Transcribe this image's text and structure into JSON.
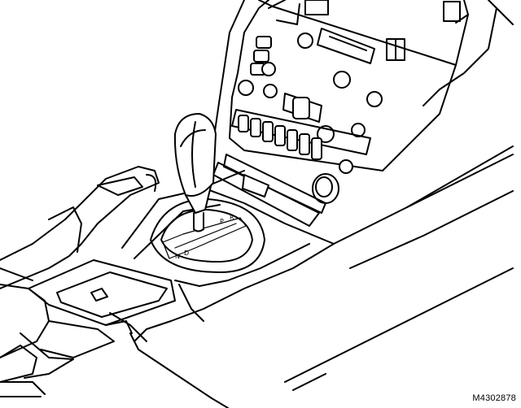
{
  "figure": {
    "reference_code": "M4302878",
    "gear_positions": [
      "P",
      "R",
      "N",
      "D"
    ],
    "colors": {
      "line": "#000000",
      "background": "#ffffff"
    }
  }
}
